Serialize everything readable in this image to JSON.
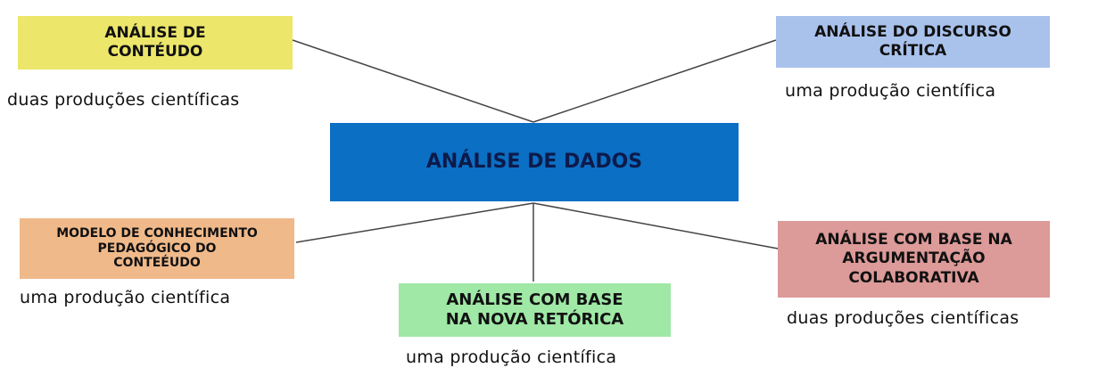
{
  "center": {
    "label": "ANÁLISE DE DADOS",
    "color": "#0b6fc4",
    "text_color": "#0d1a4a"
  },
  "nodes": [
    {
      "id": "conteudo",
      "label": "ANÁLISE DE\nCONTÉUDO",
      "caption": "duas produções científicas",
      "color": "#ece66a"
    },
    {
      "id": "discurso",
      "label": "ANÁLISE DO DISCURSO\nCRÍTICA",
      "caption": "uma produção científica",
      "color": "#a9c2ec"
    },
    {
      "id": "modelo",
      "label": "MODELO DE CONHECIMENTO\nPEDAGÓGICO DO\nCONTEÉUDO",
      "caption": "uma produção científica",
      "color": "#f0b98a"
    },
    {
      "id": "retorica",
      "label": "ANÁLISE COM BASE\nNA NOVA RETÓRICA",
      "caption": "uma produção científica",
      "color": "#9fe8a6"
    },
    {
      "id": "argumentacao",
      "label": "ANÁLISE COM BASE NA\nARGUMENTAÇÃO\nCOLABORATIVA",
      "caption": "duas produções científicas",
      "color": "#dc9a98"
    }
  ]
}
